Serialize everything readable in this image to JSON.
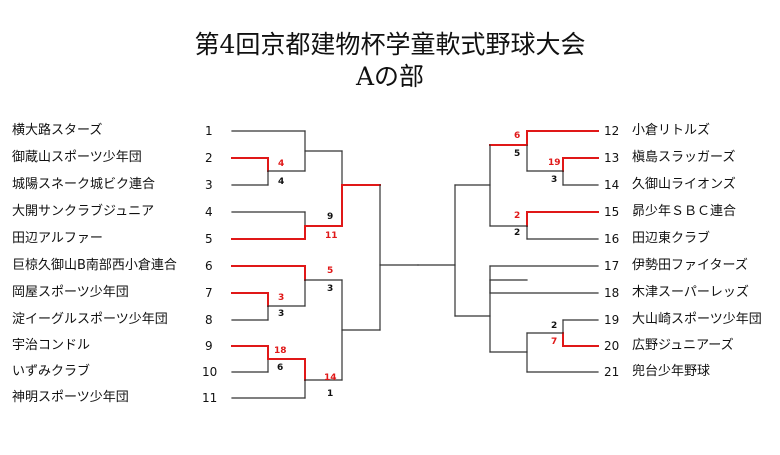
{
  "title": {
    "line1": "第4回京都建物杯学童軟式野球大会",
    "line2": "Aの部"
  },
  "left_teams": [
    {
      "num": "1",
      "name": "横大路スターズ"
    },
    {
      "num": "2",
      "name": "御蔵山スポーツ少年団"
    },
    {
      "num": "3",
      "name": "城陽スネーク城ビク連合"
    },
    {
      "num": "4",
      "name": "大開サンクラブジュニア"
    },
    {
      "num": "5",
      "name": "田辺アルファー"
    },
    {
      "num": "6",
      "name": "巨椋久御山B南部西小倉連合"
    },
    {
      "num": "7",
      "name": "岡屋スポーツ少年団"
    },
    {
      "num": "8",
      "name": "淀イーグルスポーツ少年団"
    },
    {
      "num": "9",
      "name": "宇治コンドル"
    },
    {
      "num": "10",
      "name": "いずみクラブ"
    },
    {
      "num": "11",
      "name": "神明スポーツ少年団"
    }
  ],
  "right_teams": [
    {
      "num": "12",
      "name": "小倉リトルズ"
    },
    {
      "num": "13",
      "name": "槇島スラッガーズ"
    },
    {
      "num": "14",
      "name": "久御山ライオンズ"
    },
    {
      "num": "15",
      "name": "昴少年ＳＢＣ連合"
    },
    {
      "num": "16",
      "name": "田辺東クラブ"
    },
    {
      "num": "17",
      "name": "伊勢田ファイターズ"
    },
    {
      "num": "18",
      "name": "木津スーパーレッズ"
    },
    {
      "num": "19",
      "name": "大山崎スポーツ少年団"
    },
    {
      "num": "20",
      "name": "広野ジュニアーズ"
    },
    {
      "num": "21",
      "name": "兜台少年野球"
    }
  ],
  "scores": {
    "m2v3_win": "4",
    "m2v3_lose": "4",
    "m4v5_lose": "9",
    "m4v5_win": "11",
    "m7v8_win": "3",
    "m7v8_lose": "3",
    "m9v10_win": "18",
    "m9v10_lose": "6",
    "m6_win": "5",
    "m6_lose": "3",
    "m11_win": "14",
    "m11_lose": "1",
    "m12_win": "6",
    "m12_lose": "5",
    "m13v14_win": "19",
    "m13v14_lose": "3",
    "m15v16_win": "2",
    "m15v16_lose": "2",
    "m19v20_lose": "2",
    "m19v20_win": "7"
  },
  "colors": {
    "winner_line": "#e01818",
    "loser_line": "#333333",
    "winner_score": "#e01818"
  }
}
